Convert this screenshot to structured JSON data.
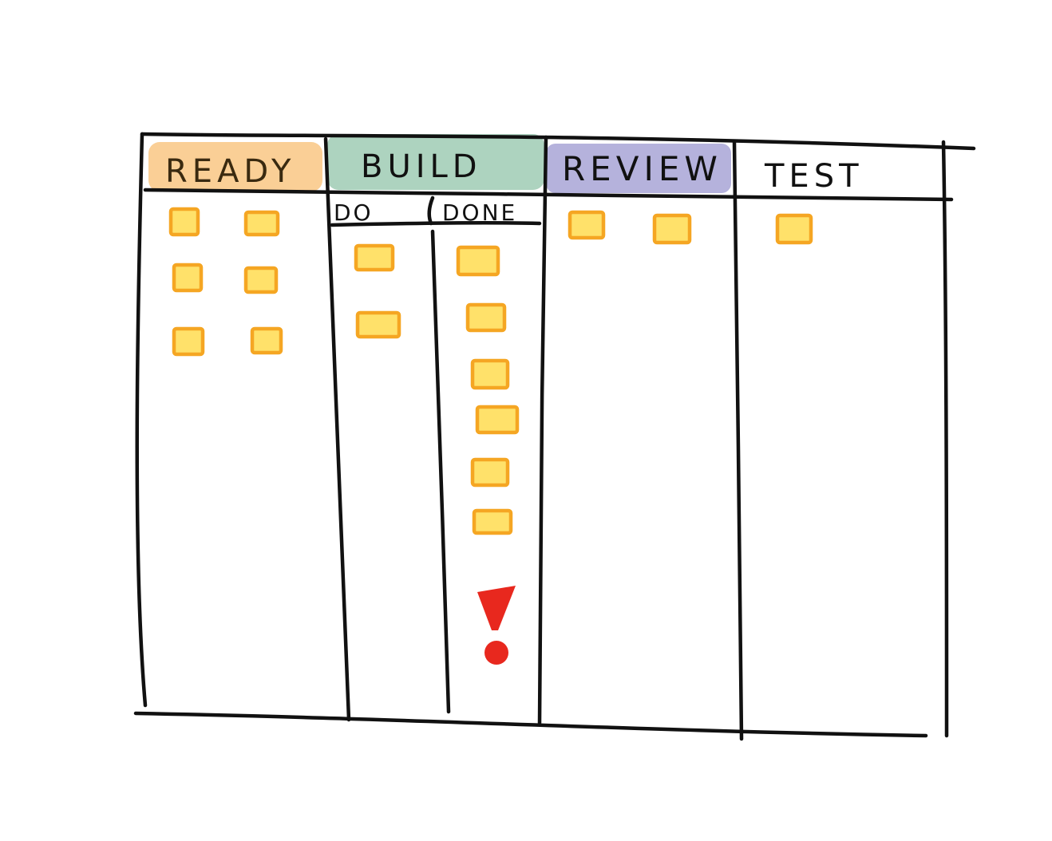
{
  "board": {
    "columns": [
      {
        "key": "ready",
        "title": "READY",
        "color": "#F9C784",
        "text_color": "#3a2a10"
      },
      {
        "key": "build",
        "title": "BUILD",
        "color": "#9FCBB4",
        "text_color": "#111111"
      },
      {
        "key": "review",
        "title": "REVIEW",
        "color": "#A8A4D6",
        "text_color": "#111111"
      },
      {
        "key": "test",
        "title": "TEST",
        "color": "#ffffff",
        "text_color": "#111111"
      }
    ],
    "subcolumns": {
      "do": "DO",
      "done": "DONE"
    },
    "ink_color": "#111111",
    "card_fill": "#FFE16A",
    "card_stroke": "#F5A623",
    "alert_color": "#E8281E",
    "alert_symbol": "!",
    "counts": {
      "ready": 6,
      "do": 2,
      "done": 6,
      "review": 2,
      "test": 1
    }
  }
}
